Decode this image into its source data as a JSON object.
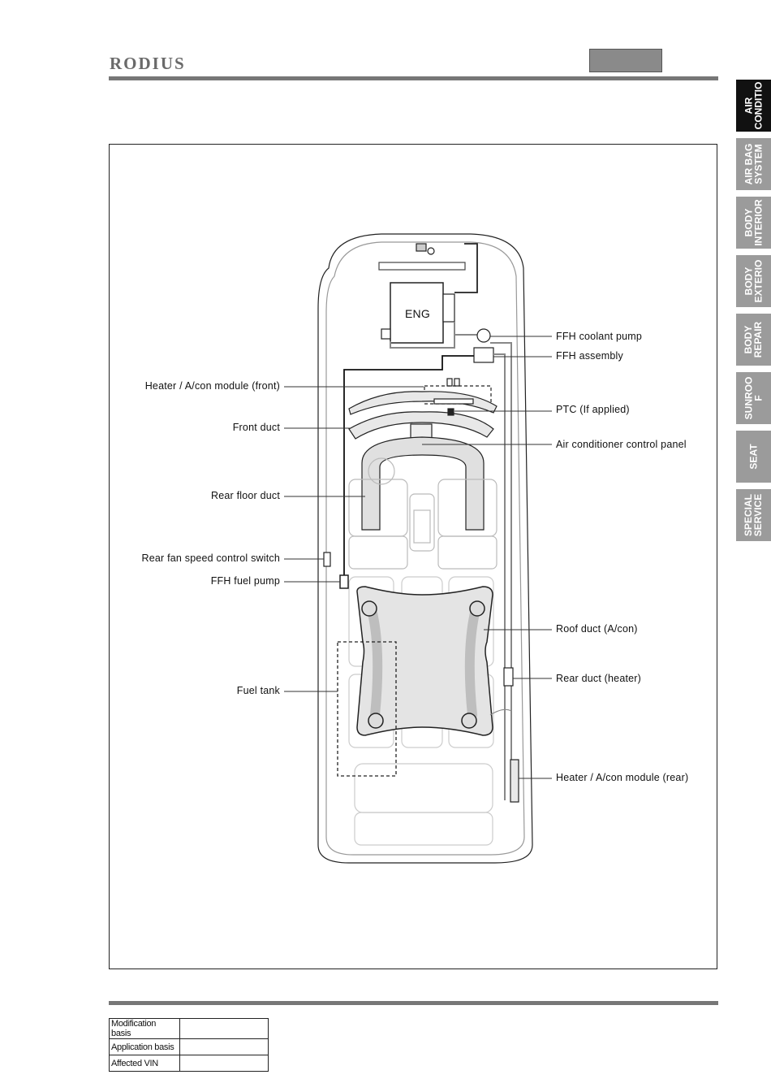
{
  "header": {
    "logo_text": "RODIUS"
  },
  "side_tabs": [
    {
      "label": "AIR\nCONDITIO",
      "active": true
    },
    {
      "label": "AIR BAG\nSYSTEM",
      "active": false
    },
    {
      "label": "BODY\nINTERIOR",
      "active": false
    },
    {
      "label": "BODY\nEXTERIO",
      "active": false
    },
    {
      "label": "BODY\nREPAIR",
      "active": false
    },
    {
      "label": "SUNROO\nF",
      "active": false
    },
    {
      "label": "SEAT",
      "active": false
    },
    {
      "label": "SPECIAL\nSERVICE",
      "active": false
    }
  ],
  "diagram": {
    "engine_label": "ENG",
    "labels_left": [
      "Heater / A/con module (front)",
      "Front duct",
      "Rear floor duct",
      "Rear fan speed control switch",
      "FFH fuel pump",
      "Fuel tank"
    ],
    "labels_right": [
      "FFH coolant pump",
      "FFH assembly",
      "PTC (If applied)",
      "Air conditioner control panel",
      "Roof duct (A/con)",
      "Rear duct (heater)",
      "Heater / A/con module (rear)"
    ]
  },
  "revision_table": [
    {
      "label": "Modification basis",
      "value": ""
    },
    {
      "label": "Application basis",
      "value": ""
    },
    {
      "label": "Affected VIN",
      "value": ""
    }
  ]
}
